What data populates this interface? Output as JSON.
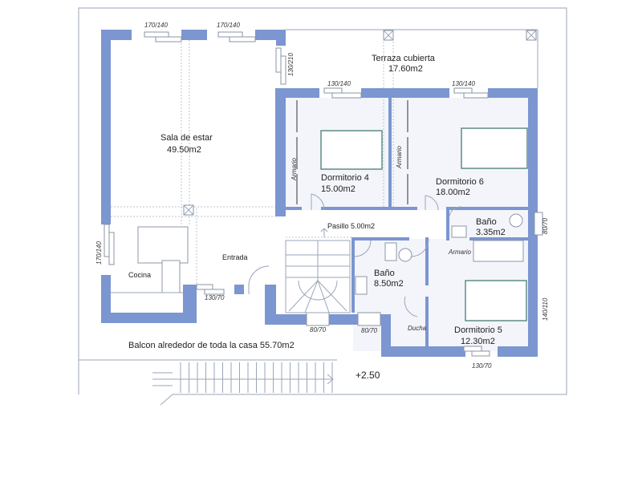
{
  "rooms": {
    "sala": {
      "name": "Sala de estar",
      "area": "49.50m2"
    },
    "terraza": {
      "name": "Terraza cubierta",
      "area": "17.60m2"
    },
    "dorm4": {
      "name": "Dormitorio 4",
      "area": "15.00m2"
    },
    "dorm6": {
      "name": "Dormitorio 6",
      "area": "18.00m2"
    },
    "dorm5": {
      "name": "Dormitorio 5",
      "area": "12.30m2"
    },
    "bano_small": {
      "name": "Baño",
      "area": "3.35m2"
    },
    "bano_large": {
      "name": "Baño",
      "area": "8.50m2"
    },
    "pasillo": {
      "name": "Pasillo 5.00m2"
    },
    "cocina": {
      "name": "Cocina"
    },
    "entrada": {
      "name": "Entrada"
    },
    "ducha": {
      "name": "Ducha"
    },
    "balcon": {
      "name": "Balcon alrededor de toda la casa 55.70m2"
    }
  },
  "armario_labels": [
    "Armario",
    "Armario",
    "Armario"
  ],
  "dimensions": {
    "w1": "170/140",
    "w2": "170/140",
    "w3": "130/210",
    "w4": "130/140",
    "w5": "130/140",
    "w6": "170/140",
    "w7": "130/70",
    "w8": "80/70",
    "w9": "80/70",
    "w10": "130/70",
    "w11": "140/110",
    "w12": "80/70"
  },
  "level": "+2.50",
  "colors": {
    "wall": "#7b96d0",
    "room_fill": "#f3f5fb"
  }
}
